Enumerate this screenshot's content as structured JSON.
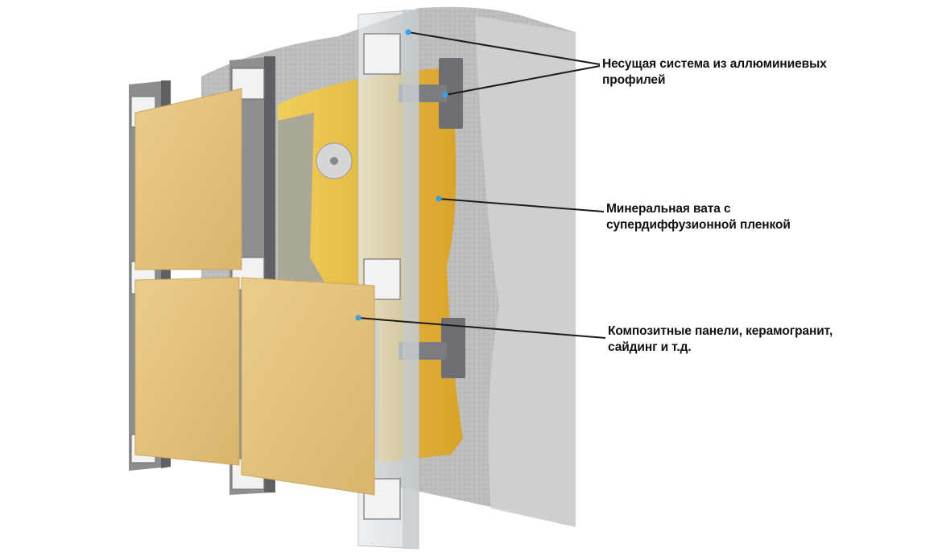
{
  "labels": [
    {
      "line1": "Несущая система из аллюминиевых",
      "line2": "профилей"
    },
    {
      "line1": "Минеральная вата с",
      "line2": "супердиффузионной пленкой"
    },
    {
      "line1": "Композитные панели, керамогранит,",
      "line2": "сайдинг и т.д."
    }
  ],
  "colors": {
    "wall": "#b9b9b7",
    "wall_side": "#d3d3d1",
    "insulation": "#e9b93a",
    "panel": "#e3c27c",
    "profile": "#8e8f91",
    "leader": "#1a1a1a",
    "dot": "#3aa0e8"
  }
}
